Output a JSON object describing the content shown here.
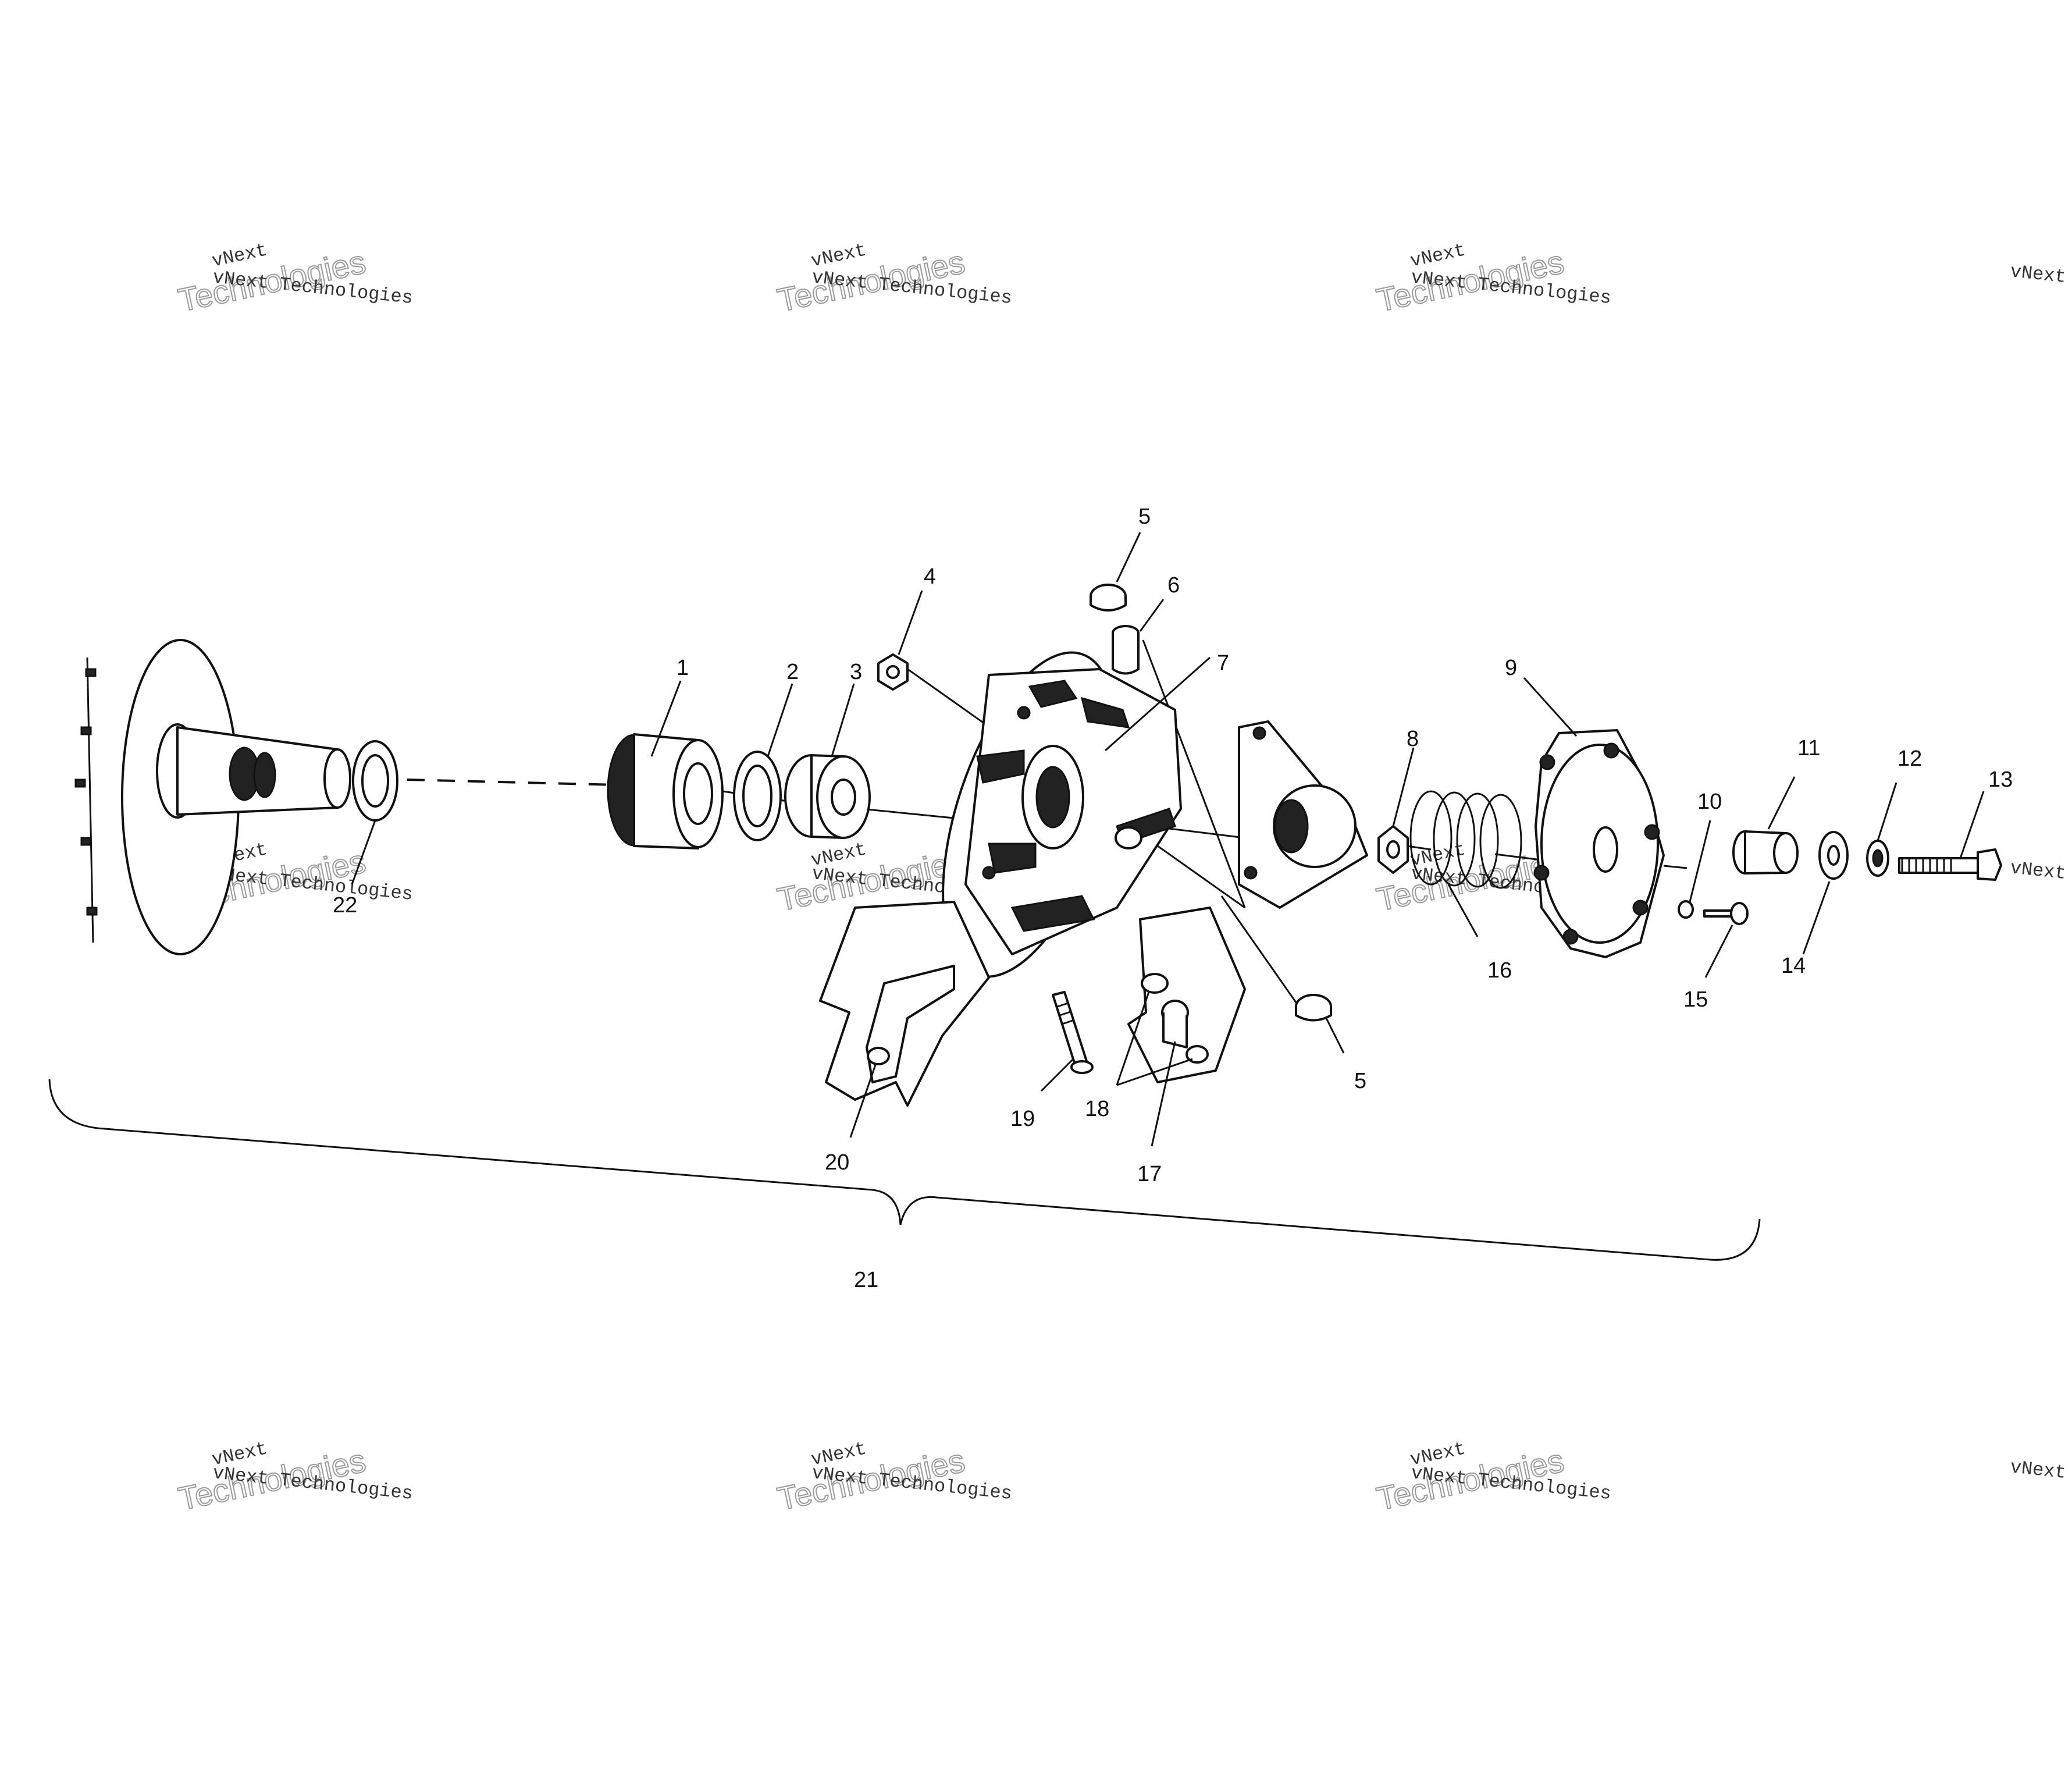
{
  "diagram": {
    "callouts": [
      "1",
      "2",
      "3",
      "4",
      "5",
      "6",
      "7",
      "8",
      "9",
      "10",
      "11",
      "12",
      "13",
      "14",
      "15",
      "16",
      "5",
      "17",
      "18",
      "19",
      "20",
      "21",
      "22"
    ]
  },
  "watermark": {
    "line1": "vNext Technologies",
    "line2": "vNext",
    "line3": "Technologies"
  }
}
